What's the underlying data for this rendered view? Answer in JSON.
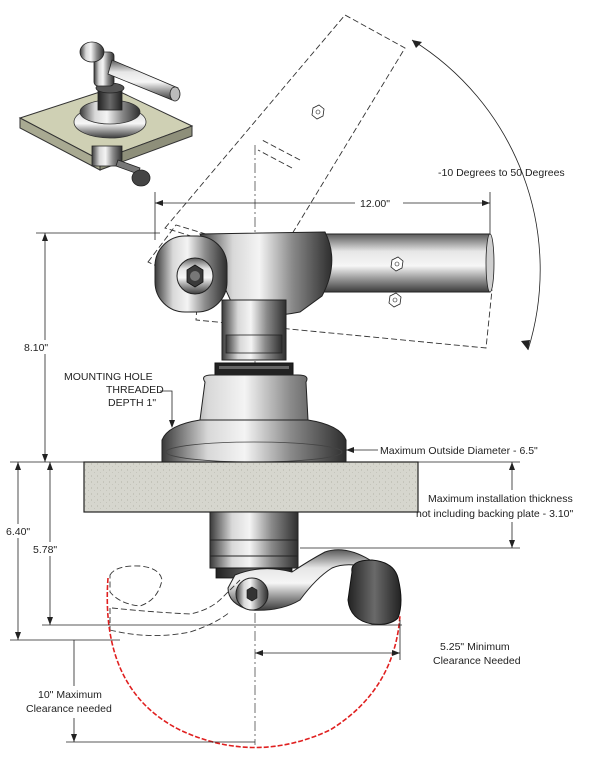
{
  "dimensions": {
    "angle_range": "-10 Degrees to 50 Degrees",
    "arm_length": "12.00\"",
    "height_top": "8.10\"",
    "height_overall": "6.40\"",
    "height_lower": "5.78\"",
    "min_clearance_line1": "5.25\" Minimum",
    "min_clearance_line2": "Clearance Needed",
    "max_clearance_line1": "10\" Maximum",
    "max_clearance_line2": "Clearance needed"
  },
  "callouts": {
    "mounting_hole_line1": "MOUNTING HOLE",
    "mounting_hole_line2": "THREADED",
    "mounting_hole_line3": "DEPTH 1\"",
    "max_outside_diameter": "Maximum Outside Diameter - 6.5\"",
    "max_thickness_line1": "Maximum installation thickness",
    "max_thickness_line2": "not including backing plate - 3.10\""
  },
  "colors": {
    "clearance_arc": "#e02020",
    "plate": "#d4d4c8",
    "metal_dark": "#4a4a4a",
    "metal_light": "#e8e8e8"
  }
}
